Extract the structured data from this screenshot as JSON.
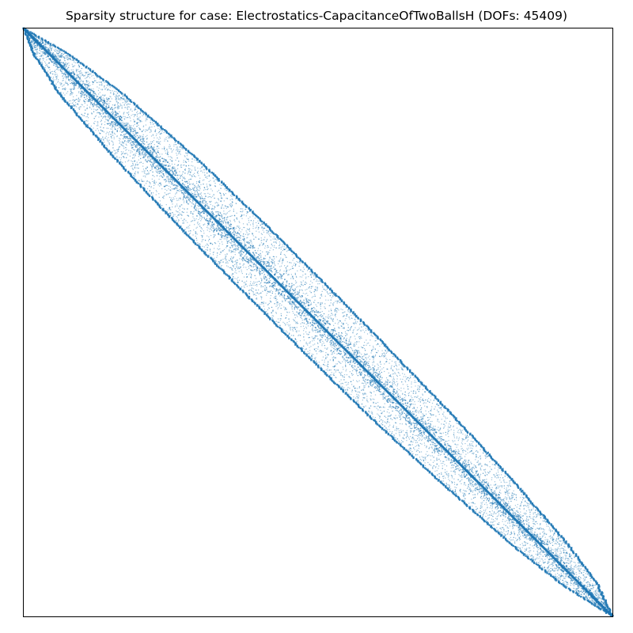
{
  "chart_data": {
    "type": "scatter",
    "title": "Sparsity structure for case: Electrostatics-CapacitanceOfTwoBallsH (DOFs: 45409)",
    "matrix_size": 45409,
    "xlabel": "",
    "ylabel": "",
    "xlim": [
      0,
      45409
    ],
    "ylim": [
      45409,
      0
    ],
    "axes_ticks_visible": false,
    "grid": false,
    "marker_color": "#1f77b4",
    "band_profile": {
      "description_points": "half-bandwidth of nonzero pattern (in DOF index units) sampled along the diagonal",
      "diagonal_position": [
        0,
        2000,
        5000,
        10000,
        15000,
        20000,
        25000,
        30000,
        35000,
        40000,
        43000,
        45409
      ],
      "upper_half_width": [
        0,
        1500,
        2600,
        3300,
        3500,
        3500,
        3400,
        3200,
        2800,
        2100,
        1300,
        0
      ],
      "lower_half_width": [
        0,
        1200,
        2300,
        3000,
        3300,
        3400,
        3400,
        3300,
        2900,
        2200,
        1400,
        0
      ]
    }
  }
}
